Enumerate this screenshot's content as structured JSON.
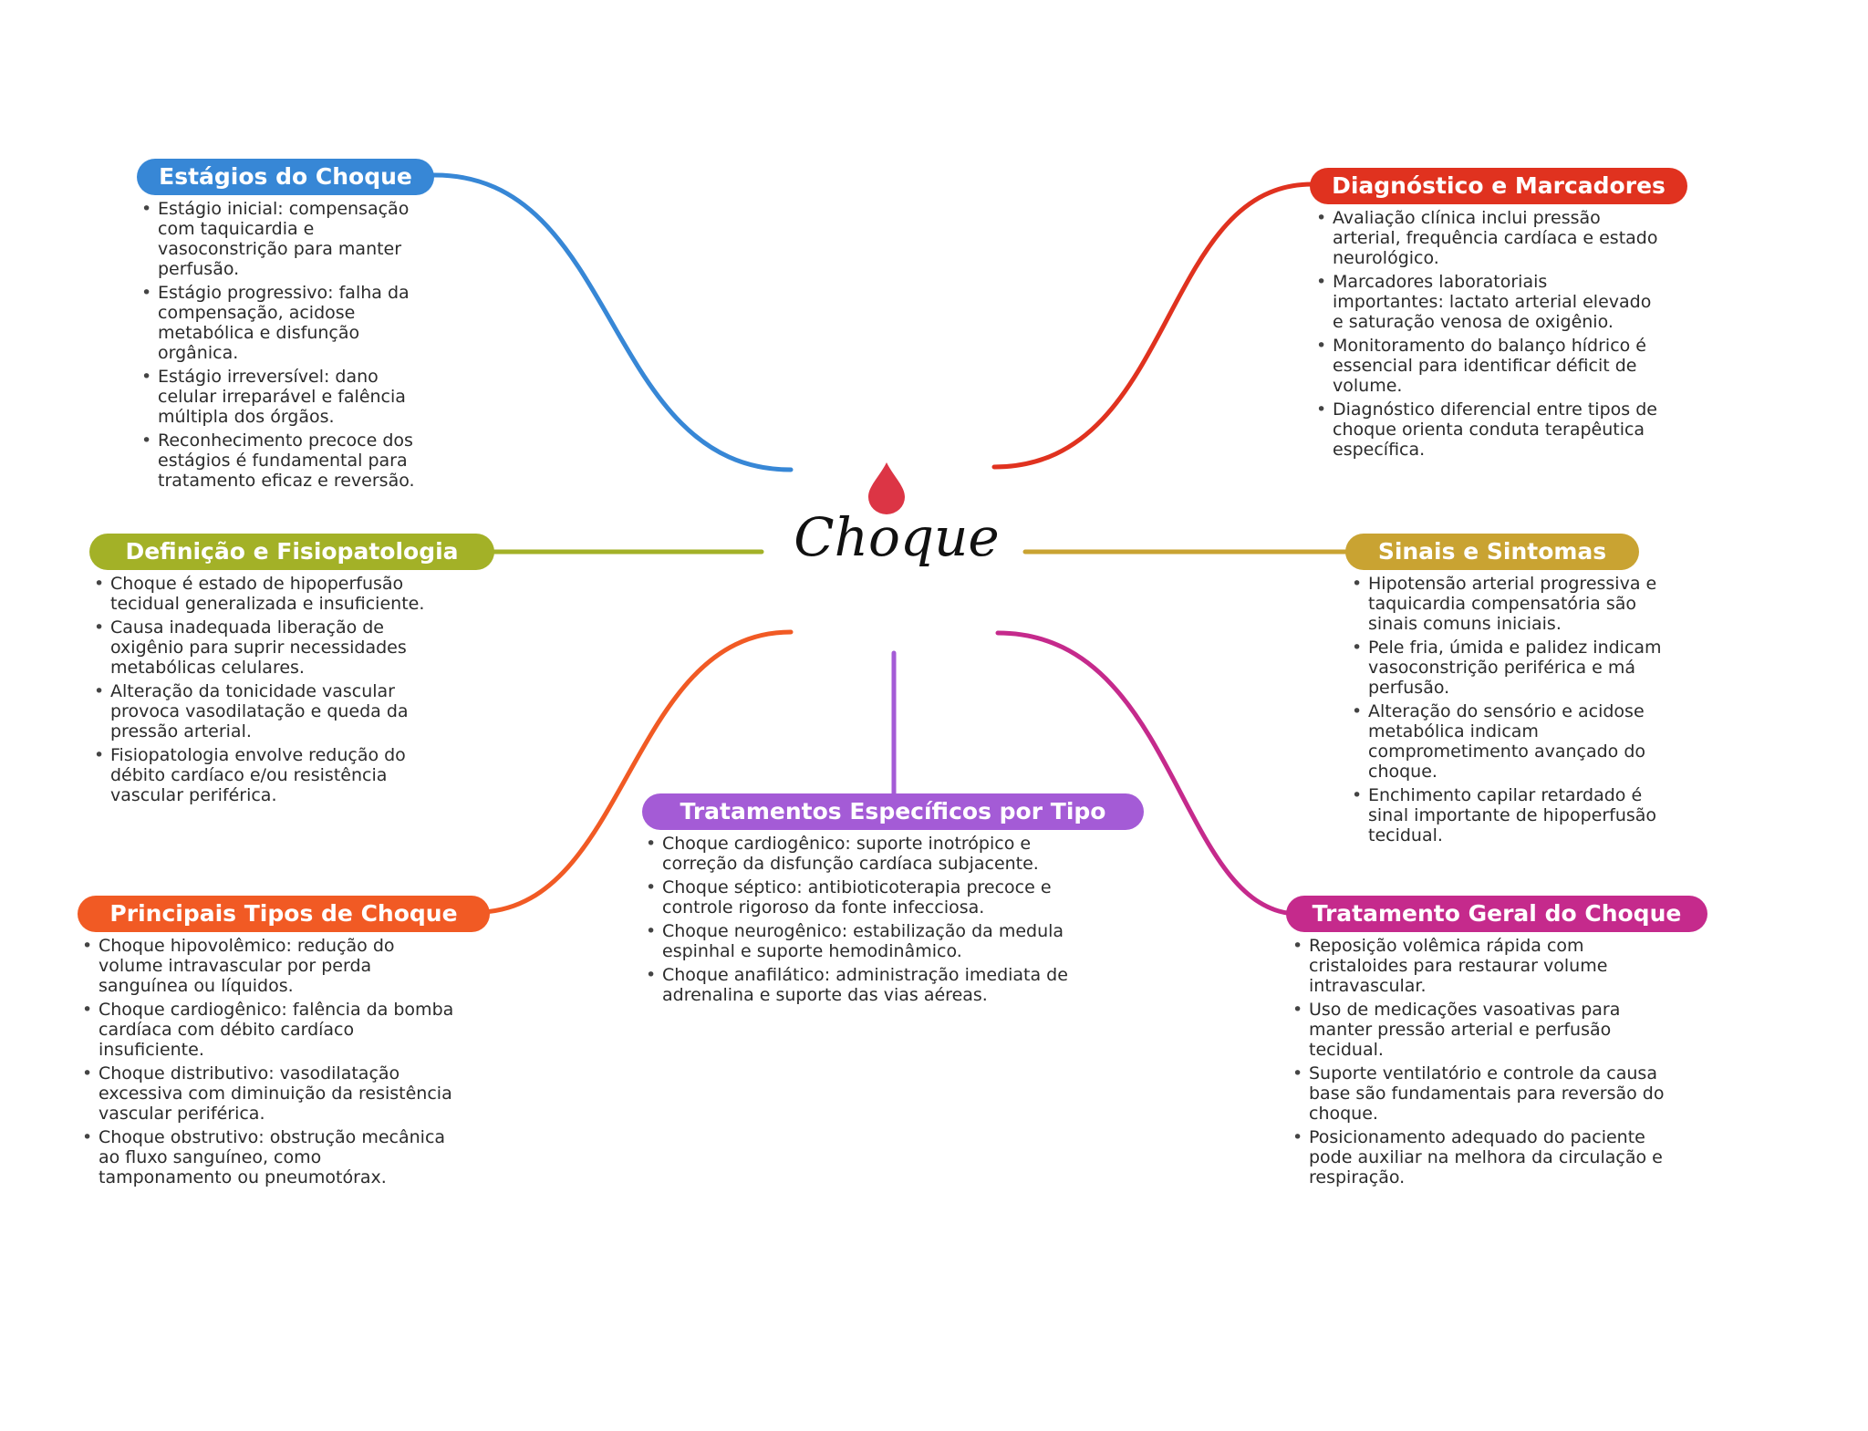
{
  "center": {
    "title": "Choque",
    "icon": "blood-drop-icon",
    "icon_color": "#dc3545"
  },
  "branches": [
    {
      "id": "estagios",
      "title": "Estágios do Choque",
      "color": "#3787d6",
      "items": [
        "Estágio inicial: compensação com taquicardia e vasoconstrição para manter perfusão.",
        "Estágio progressivo: falha da compensação, acidose metabólica e disfunção orgânica.",
        "Estágio irreversível: dano celular irreparável e falência múltipla dos órgãos.",
        "Reconhecimento precoce dos estágios é fundamental para tratamento eficaz e reversão."
      ]
    },
    {
      "id": "definicao",
      "title": "Definição e Fisiopatologia",
      "color": "#a3b127",
      "items": [
        "Choque é estado de hipoperfusão tecidual generalizada e insuficiente.",
        "Causa inadequada liberação de oxigênio para suprir necessidades metabólicas celulares.",
        "Alteração da tonicidade vascular provoca vasodilatação e queda da pressão arterial.",
        "Fisiopatologia envolve redução do débito cardíaco e/ou resistência vascular periférica."
      ]
    },
    {
      "id": "tipos",
      "title": "Principais Tipos de Choque",
      "color": "#f15a24",
      "items": [
        "Choque hipovolêmico: redução do volume intravascular por perda sanguínea ou líquidos.",
        "Choque cardiogênico: falência da bomba cardíaca com débito cardíaco insuficiente.",
        "Choque distributivo: vasodilatação excessiva com diminuição da resistência vascular periférica.",
        "Choque obstrutivo: obstrução mecânica ao fluxo sanguíneo, como tamponamento ou pneumotórax."
      ]
    },
    {
      "id": "especificos",
      "title": "Tratamentos Específicos por Tipo",
      "color": "#a45bd6",
      "items": [
        "Choque cardiogênico: suporte inotrópico e correção da disfunção cardíaca subjacente.",
        "Choque séptico: antibioticoterapia precoce e controle rigoroso da fonte infecciosa.",
        "Choque neurogênico: estabilização da medula espinhal e suporte hemodinâmico.",
        "Choque anafilático: administração imediata de adrenalina e suporte das vias aéreas."
      ]
    },
    {
      "id": "diagnostico",
      "title": "Diagnóstico e Marcadores",
      "color": "#e0321f",
      "items": [
        "Avaliação clínica inclui pressão arterial, frequência cardíaca e estado neurológico.",
        "Marcadores laboratoriais importantes: lactato arterial elevado e saturação venosa de oxigênio.",
        "Monitoramento do balanço hídrico é essencial para identificar déficit de volume.",
        "Diagnóstico diferencial entre tipos de choque orienta conduta terapêutica específica."
      ]
    },
    {
      "id": "sinais",
      "title": "Sinais e Sintomas",
      "color": "#c9a332",
      "items": [
        "Hipotensão arterial progressiva e taquicardia compensatória são sinais comuns iniciais.",
        "Pele fria, úmida e palidez indicam vasoconstrição periférica e má perfusão.",
        "Alteração do sensório e acidose metabólica indicam comprometimento avançado do choque.",
        "Enchimento capilar retardado é sinal importante de hipoperfusão tecidual."
      ]
    },
    {
      "id": "geral",
      "title": "Tratamento Geral do Choque",
      "color": "#c52a8c",
      "items": [
        "Reposição volêmica rápida com cristaloides para restaurar volume intravascular.",
        "Uso de medicações vasoativas para manter pressão arterial e perfusão tecidual.",
        "Suporte ventilatório e controle da causa base são fundamentais para reversão do choque.",
        "Posicionamento adequado do paciente pode auxiliar na melhora da circulação e respiração."
      ]
    }
  ]
}
